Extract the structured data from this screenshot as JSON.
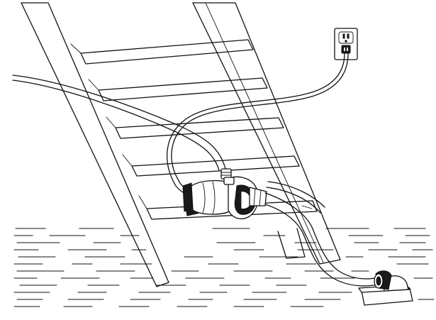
{
  "figure": {
    "colors": {
      "line": "#111111",
      "background": "#ffffff",
      "fill_dark": "#1a1a1a"
    },
    "parts": [
      "staircase",
      "wall-outlet",
      "power-cord",
      "transfer-pump",
      "inlet-hose",
      "outlet-hose",
      "suction-strainer",
      "flood-water"
    ]
  }
}
